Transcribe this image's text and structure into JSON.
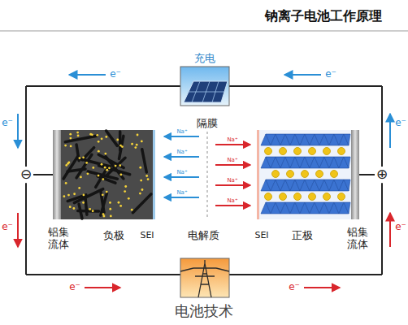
{
  "diagram": {
    "title": "钠离子电池工作原理",
    "caption": "电池技术",
    "nodes": [
      {
        "text": [
          "充电"
        ]
      }
    ],
    "labels": [
      "隔膜",
      "⊖",
      "⊕",
      "铝集流体",
      "负极",
      "SEI",
      "电解质",
      "SEI",
      "正极",
      "铝集流体",
      "e⁻",
      "e⁻",
      "e⁻",
      "e⁻",
      "e⁻",
      "e⁻",
      "e⁻",
      "e⁻",
      "Na⁺",
      "Na⁺",
      "Na⁺",
      "Na⁺",
      "Na⁺",
      "Na⁺",
      "Na⁺",
      "Na⁺"
    ]
  }
}
